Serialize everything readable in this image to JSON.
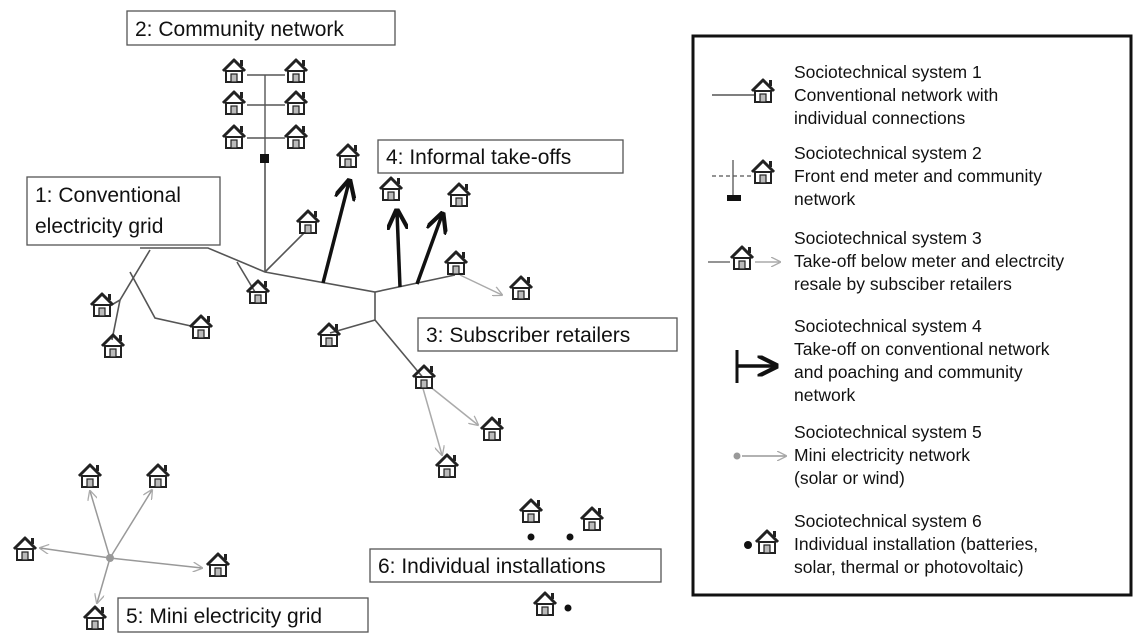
{
  "labels": {
    "community_network": "2: Community network",
    "conventional_grid_1": "1: Conventional",
    "conventional_grid_2": "electricity grid",
    "informal_takeoffs": "4: Informal take-offs",
    "subscriber_retailers": "3: Subscriber retailers",
    "individual_installations": "6: Individual installations",
    "mini_grid": "5: Mini electricity grid"
  },
  "legend": [
    {
      "lines": [
        "Sociotechnical system 1",
        "Conventional network with",
        "individual connections"
      ]
    },
    {
      "lines": [
        "Sociotechnical system 2",
        "Front end meter and community",
        "network"
      ]
    },
    {
      "lines": [
        "Sociotechnical system 3",
        "Take-off below meter and electrcity",
        "resale by subsciber retailers"
      ]
    },
    {
      "lines": [
        "Sociotechnical system 4",
        "Take-off on conventional network",
        "and poaching and community",
        "network"
      ]
    },
    {
      "lines": [
        "Sociotechnical system 5",
        "Mini electricity network",
        "(solar or wind)"
      ]
    },
    {
      "lines": [
        "Sociotechnical system 6",
        "Individual installation (batteries,",
        "solar, thermal or photovoltaic)"
      ]
    }
  ],
  "colors": {
    "line": "#555555",
    "light": "#aaaaaa",
    "text": "#111111"
  }
}
